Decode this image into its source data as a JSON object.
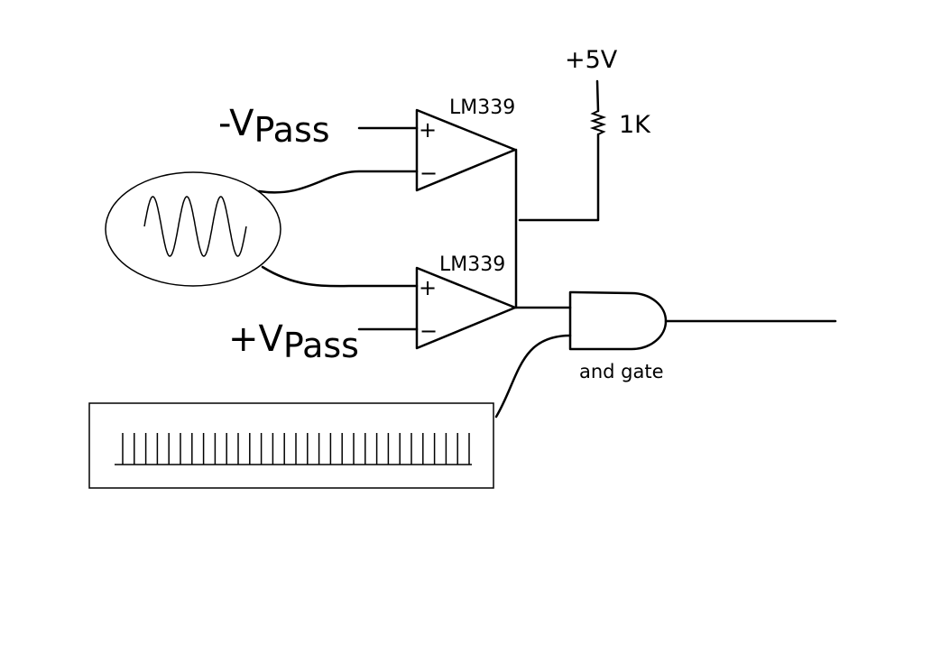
{
  "diagram": {
    "supply_label": "+5V",
    "resistor_label": "1K",
    "comparator_top": {
      "part": "LM339",
      "plus_sign": "+",
      "minus_sign": "−",
      "input_main": "-V",
      "input_sub": "Pass"
    },
    "comparator_bottom": {
      "part": "LM339",
      "plus_sign": "+",
      "minus_sign": "−",
      "input_main": "+V",
      "input_sub": "Pass"
    },
    "gate_label": "and gate"
  }
}
